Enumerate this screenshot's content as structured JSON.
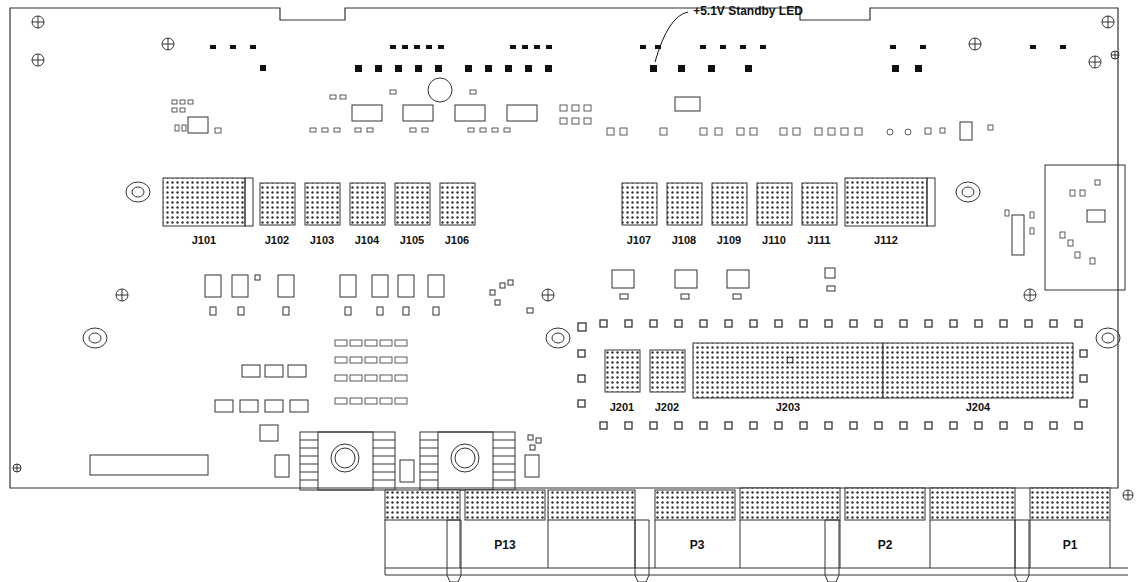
{
  "diagram": {
    "labels": [
      "+5.1V Standby LED",
      "J101",
      "J102",
      "J103",
      "J104",
      "J105",
      "J106",
      "J107",
      "J108",
      "J109",
      "J110",
      "J111",
      "J112",
      "J201",
      "J202",
      "J203",
      "J204",
      "P13",
      "P3",
      "P2",
      "P1"
    ]
  }
}
